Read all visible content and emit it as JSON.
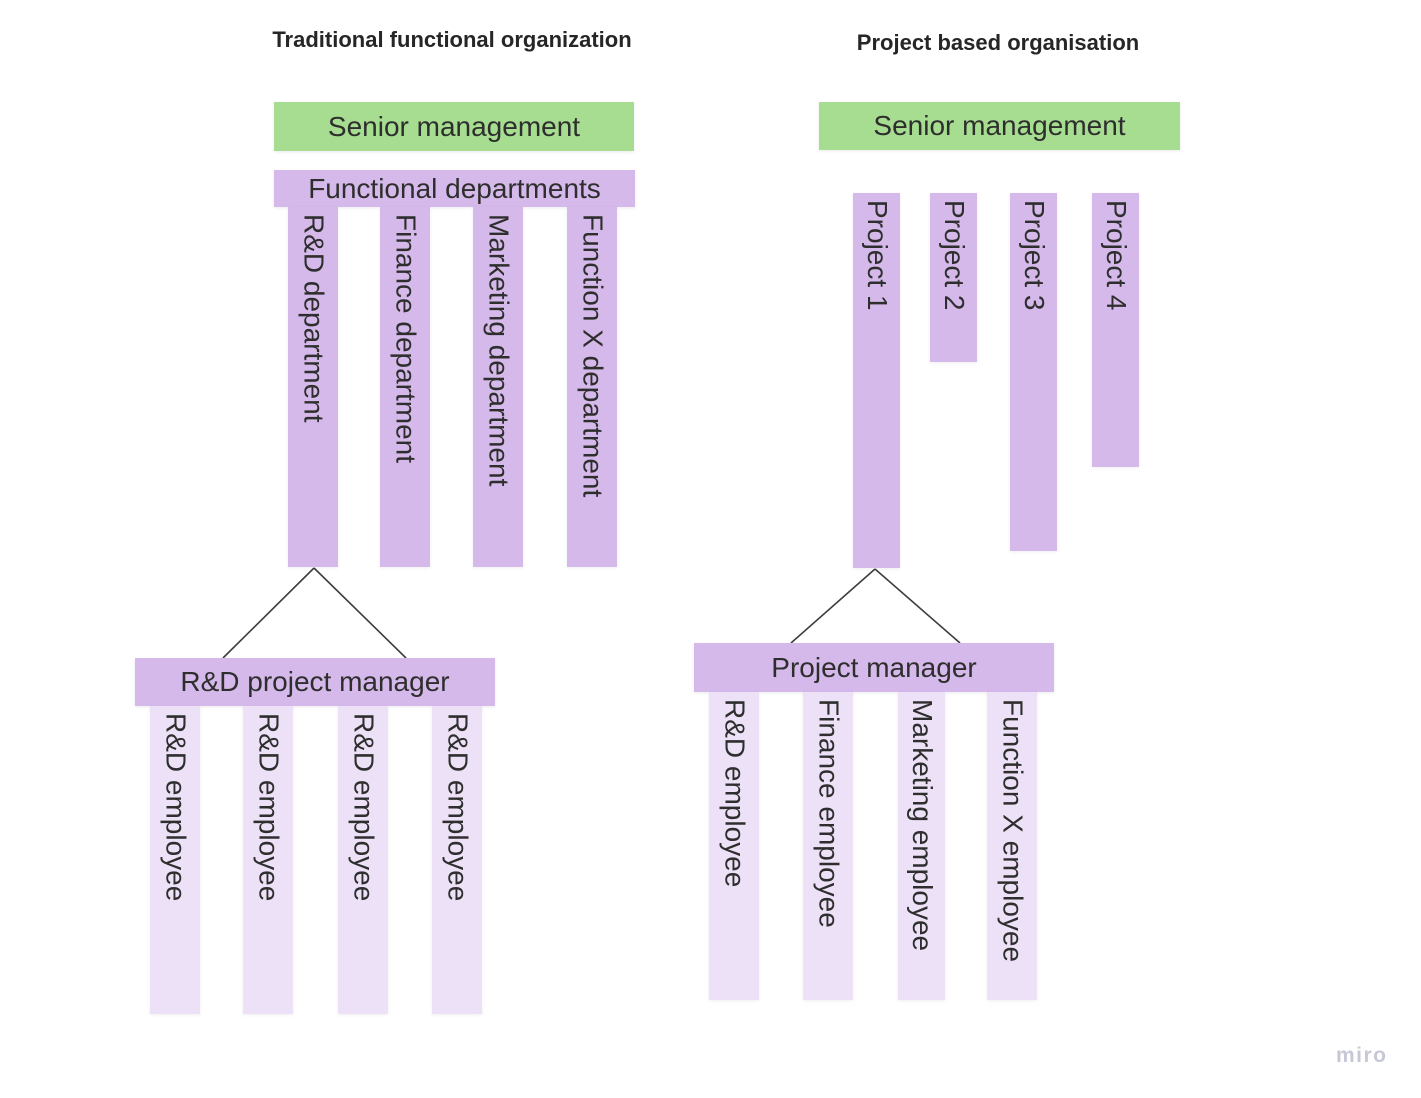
{
  "left_chart": {
    "title": "Traditional functional organization",
    "senior_management": "Senior management",
    "functional_departments_header": "Functional departments",
    "departments": [
      "R&D department",
      "Finance department",
      "Marketing department",
      "Function X department"
    ],
    "project_manager": "R&D project manager",
    "employees": [
      "R&D employee",
      "R&D employee",
      "R&D employee",
      "R&D employee"
    ]
  },
  "right_chart": {
    "title": "Project based organisation",
    "senior_management": "Senior management",
    "projects": [
      "Project 1",
      "Project 2",
      "Project 3",
      "Project 4"
    ],
    "project_manager": "Project manager",
    "employees": [
      "R&D employee",
      "Finance employee",
      "Marketing employee",
      "Function X employee"
    ]
  },
  "watermark": "miro",
  "colors": {
    "senior_management_green": "#a6dd90",
    "department_purple": "#d5b9ea",
    "employee_light_purple": "#ece1f6",
    "text": "#2e2e2e",
    "connector_line": "#3d3d3d",
    "watermark_gray": "#c7c8d6"
  }
}
